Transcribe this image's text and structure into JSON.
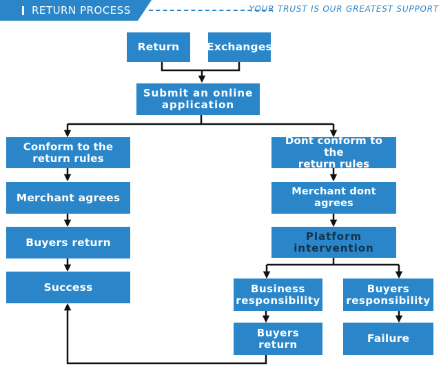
{
  "header": {
    "title": "RETURN PROCESS",
    "tagline": "YOUR TRUST IS OUR GREATEST SUPPORT"
  },
  "nodes": {
    "return": "Return",
    "exchanges": "Exchanges",
    "submit": [
      "Submit an online",
      "application"
    ],
    "conform": [
      "Conform to the",
      "return rules"
    ],
    "merchant_agrees": "Merchant agrees",
    "buyers_return_left": "Buyers return",
    "success": "Success",
    "dont_conform": [
      "Dont conform to the",
      "return rules"
    ],
    "merchant_dont_agrees": "Merchant dont agrees",
    "platform": [
      "Platform",
      "intervention"
    ],
    "business_resp": [
      "Business",
      "responsibility"
    ],
    "buyers_resp": [
      "Buyers",
      "responsibility"
    ],
    "buyers_return_right": [
      "Buyers",
      "return"
    ],
    "failure": "Failure"
  },
  "colors": {
    "box": "#2a86c8",
    "box_text": "#ffffff",
    "arrow": "#111111"
  }
}
